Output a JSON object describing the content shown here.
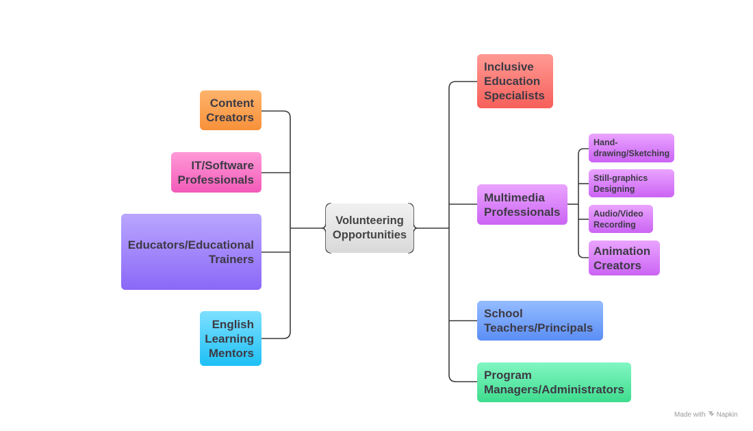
{
  "diagram": {
    "title": "Volunteering Opportunities",
    "center": {
      "line1": "Volunteering",
      "line2": "Opportunities"
    },
    "left_branches": [
      {
        "lines": [
          "Content",
          "Creators"
        ],
        "color": "#f7913a"
      },
      {
        "lines": [
          "IT/Software",
          "Professionals"
        ],
        "color": "#f25ab8"
      },
      {
        "lines": [
          "Educators/Educational",
          "Trainers"
        ],
        "color": "#8b68f7"
      },
      {
        "lines": [
          "English",
          "Learning",
          "Mentors"
        ],
        "color": "#1ec0f5"
      }
    ],
    "right_branches": [
      {
        "lines": [
          "Inclusive",
          "Education",
          "Specialists"
        ],
        "color": "#f75f5a"
      },
      {
        "lines": [
          "Multimedia",
          "Professionals"
        ],
        "color": "#cb64f4",
        "children": [
          {
            "lines": [
              "Hand-",
              "drawing/Sketching"
            ]
          },
          {
            "lines": [
              "Still-graphics",
              "Designing"
            ]
          },
          {
            "lines": [
              "Audio/Video",
              "Recording"
            ]
          },
          {
            "lines": [
              "Animation",
              "Creators"
            ]
          }
        ]
      },
      {
        "lines": [
          "School",
          "Teachers/Principals"
        ],
        "color": "#5b8ef5"
      },
      {
        "lines": [
          "Program",
          "Managers/Administrators"
        ],
        "color": "#3edc8e"
      }
    ]
  },
  "footer": {
    "made_with": "Made with",
    "brand": "Napkin",
    "brand_icon": "napkin-logo-icon"
  }
}
